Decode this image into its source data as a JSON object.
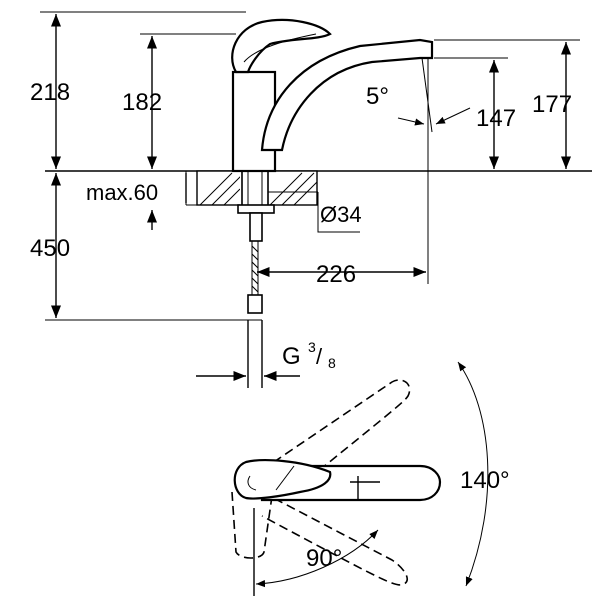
{
  "dimensions": {
    "total_height_above_deck": "218",
    "body_height": "182",
    "spout_angle": "5°",
    "spout_outlet_height": "147",
    "spout_top_height": "177",
    "max_deck_thickness": "max.60",
    "hole_diameter": "Ø34",
    "hose_length": "450",
    "spout_reach": "226",
    "connection_thread_prefix": "G",
    "connection_thread_num": "3",
    "connection_thread_den": "8",
    "swivel_range": "140°",
    "lever_rotation": "90°"
  }
}
